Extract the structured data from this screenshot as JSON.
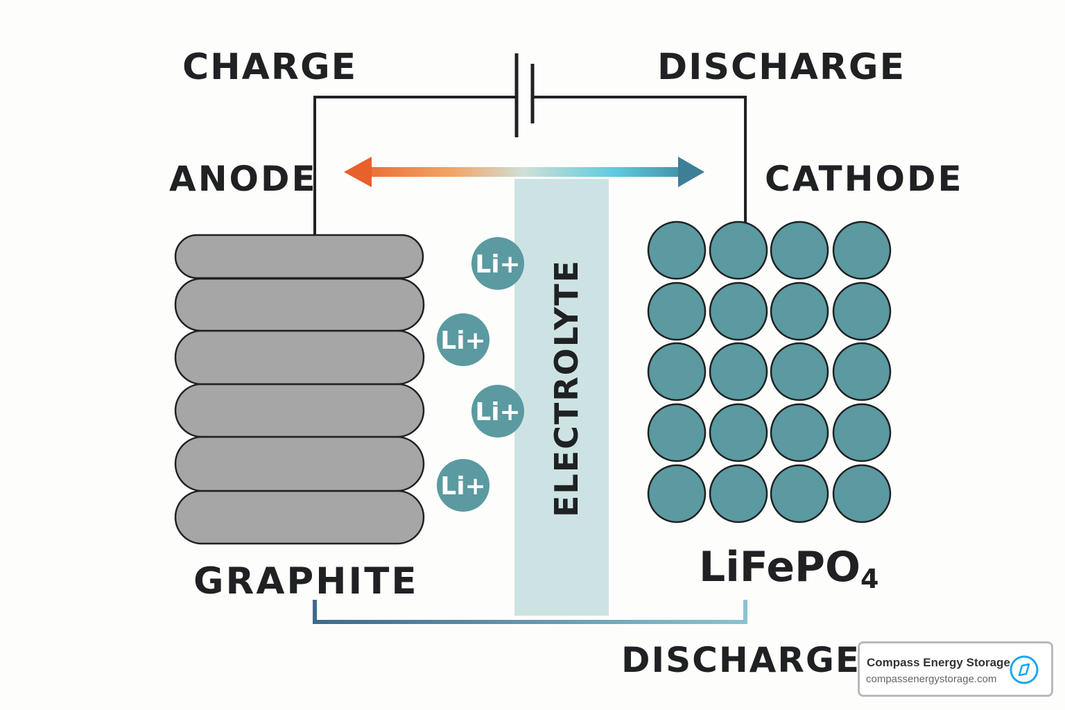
{
  "labels": {
    "charge": "CHARGE",
    "discharge_top": "DISCHARGE",
    "anode": "ANODE",
    "cathode": "CATHODE",
    "graphite": "GRAPHITE",
    "cathode_material": "LiFePO",
    "cathode_material_subscript": "4",
    "electrolyte": "ELECTROLYTE",
    "discharge_bottom": "DISCHARGE"
  },
  "ion_label": "Li",
  "ion_charge": "+",
  "ions": [
    {
      "label": "Li+"
    },
    {
      "label": "Li+"
    },
    {
      "label": "Li+"
    },
    {
      "label": "Li+"
    }
  ],
  "brand": {
    "name": "Compass Energy Storage",
    "url": "compassenergystorage.com",
    "icon": "compass-icon"
  },
  "colors": {
    "ion": "#5a9aa0",
    "electrolyte": "#cde3e3",
    "graphite": "#a6a6a6",
    "arrow_start": "#e8602a",
    "arrow_end": "#3d7f96",
    "brand_accent": "#1aa7ee"
  }
}
